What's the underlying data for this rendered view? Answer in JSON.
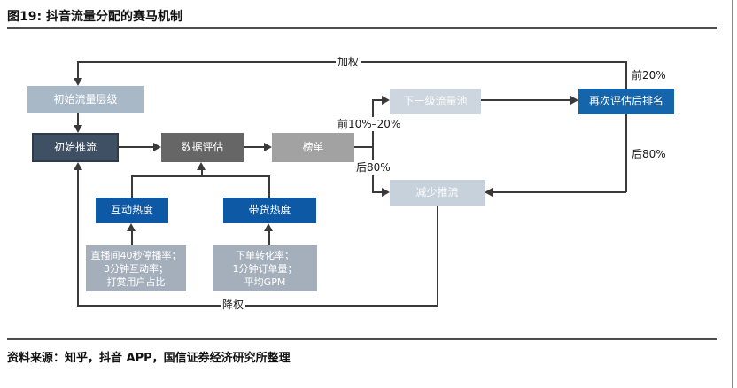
{
  "figure": {
    "title": "图19: 抖音流量分配的赛马机制",
    "source": "资料来源：知乎，抖音 APP，国信证券经济研究所整理"
  },
  "nodes": {
    "initial_tier": {
      "label": "初始流量层级"
    },
    "initial_push": {
      "label": "初始推流"
    },
    "data_eval": {
      "label": "数据评估"
    },
    "ranking": {
      "label": "榜单"
    },
    "next_pool": {
      "label": "下一级流量池"
    },
    "re_eval": {
      "label": "再次评估后排名"
    },
    "reduce_push": {
      "label": "减少推流"
    },
    "interaction_heat": {
      "label": "互动热度"
    },
    "sales_heat": {
      "label": "带货热度"
    },
    "interaction_metrics": {
      "lines": [
        "直播间40秒停播率；",
        "3分钟互动率；",
        "打赏用户占比"
      ]
    },
    "sales_metrics": {
      "lines": [
        "下单转化率；",
        "1分钟订单量；",
        "平均GPM"
      ]
    }
  },
  "edge_labels": {
    "weight_up": "加权",
    "weight_down": "降权",
    "top20": "前20%",
    "top10_20": "前10%–20%",
    "bottom80_left": "后80%",
    "bottom80_right": "后80%"
  },
  "colors": {
    "brand_blue": "#1465ab",
    "deep_blue": "#0d59a6",
    "dark_slate": "#3f5065",
    "light_slate": "#a8b8c7",
    "light_blue_gray": "#cdd5de",
    "metric_gray": "#a5afbc",
    "dark_gray_box": "#666666",
    "mid_gray_box": "#a2a2a3",
    "line": "#3a3a3a",
    "rule": "#4d4d4d"
  }
}
